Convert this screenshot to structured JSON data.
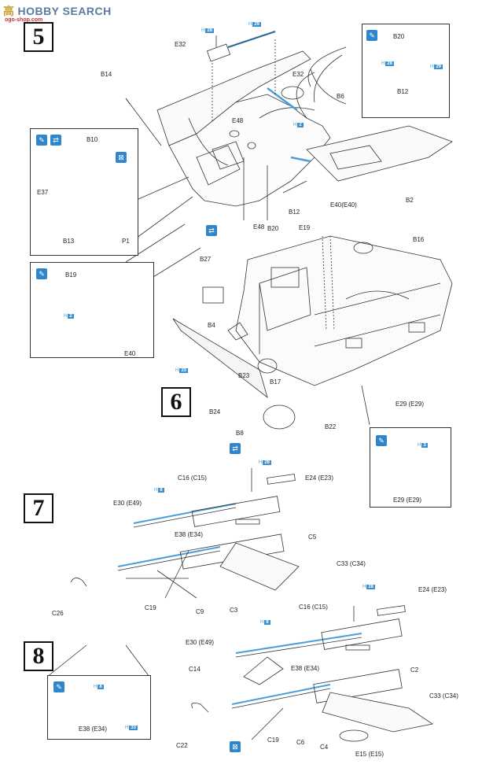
{
  "watermark": {
    "main": "HOBBY SEARCH",
    "cn": "高",
    "sub": "ogo-shop.com"
  },
  "steps": {
    "s5": "5",
    "s6": "6",
    "s7": "7",
    "s8": "8"
  },
  "labels": {
    "e32a": "E32",
    "b14": "B14",
    "e32b": "E32",
    "b6": "B6",
    "e48a": "E48",
    "b20a": "B20",
    "b12a": "B12",
    "b10": "B10",
    "e37": "E37",
    "b13": "B13",
    "p1": "P1",
    "e48b": "E48",
    "b20b": "B20",
    "b12b": "B12",
    "e40a": "E40(E40)",
    "b2": "B2",
    "e19": "E19",
    "b16": "B16",
    "b27": "B27",
    "b19": "B19",
    "e40b": "E40",
    "b4": "B4",
    "b23": "B23",
    "b17": "B17",
    "b24": "B24",
    "b8": "B8",
    "b22": "B22",
    "e29a": "E29 (E29)",
    "e29b": "E29 (E29)",
    "c16a": "C16 (C15)",
    "e24a": "E24 (E23)",
    "e30a": "E30 (E49)",
    "e38a": "E38 (E34)",
    "c5": "C5",
    "c33a": "C33 (C34)",
    "c26": "C26",
    "c19a": "C19",
    "c9": "C9",
    "c3": "C3",
    "c16b": "C16 (C15)",
    "e24b": "E24 (E23)",
    "e30b": "E30 (E49)",
    "e38b": "E38 (E34)",
    "c14": "C14",
    "c2": "C2",
    "c33b": "C33 (C34)",
    "e38c": "E38 (E34)",
    "c22": "C22",
    "c19b": "C19",
    "c6": "C6",
    "c4": "C4",
    "e15": "E15 (E15)"
  },
  "paint_refs": [
    {
      "key": "p1",
      "prefix": "H",
      "num": "28"
    },
    {
      "key": "p2",
      "prefix": "H",
      "num": "29"
    },
    {
      "key": "p3",
      "prefix": "H",
      "num": "28"
    },
    {
      "key": "p4",
      "prefix": "H",
      "num": "29"
    },
    {
      "key": "p5",
      "prefix": "H",
      "num": "2"
    },
    {
      "key": "p6",
      "prefix": "H",
      "num": "2"
    },
    {
      "key": "p7",
      "prefix": "H",
      "num": "33"
    },
    {
      "key": "p8",
      "prefix": "H",
      "num": "3"
    },
    {
      "key": "p9",
      "prefix": "H",
      "num": "28"
    },
    {
      "key": "p10",
      "prefix": "H",
      "num": "8"
    },
    {
      "key": "p11",
      "prefix": "H",
      "num": "28"
    },
    {
      "key": "p12",
      "prefix": "H",
      "num": "8"
    },
    {
      "key": "p13",
      "prefix": "H",
      "num": "8"
    },
    {
      "key": "p14",
      "prefix": "H",
      "num": "33"
    }
  ],
  "icons": {
    "brush": "paint-brush-icon",
    "rotate": "rotate-model-icon",
    "glue": "cement-glue-icon"
  },
  "colors": {
    "accent_blue": "#3a8fd0",
    "line": "#333333"
  }
}
